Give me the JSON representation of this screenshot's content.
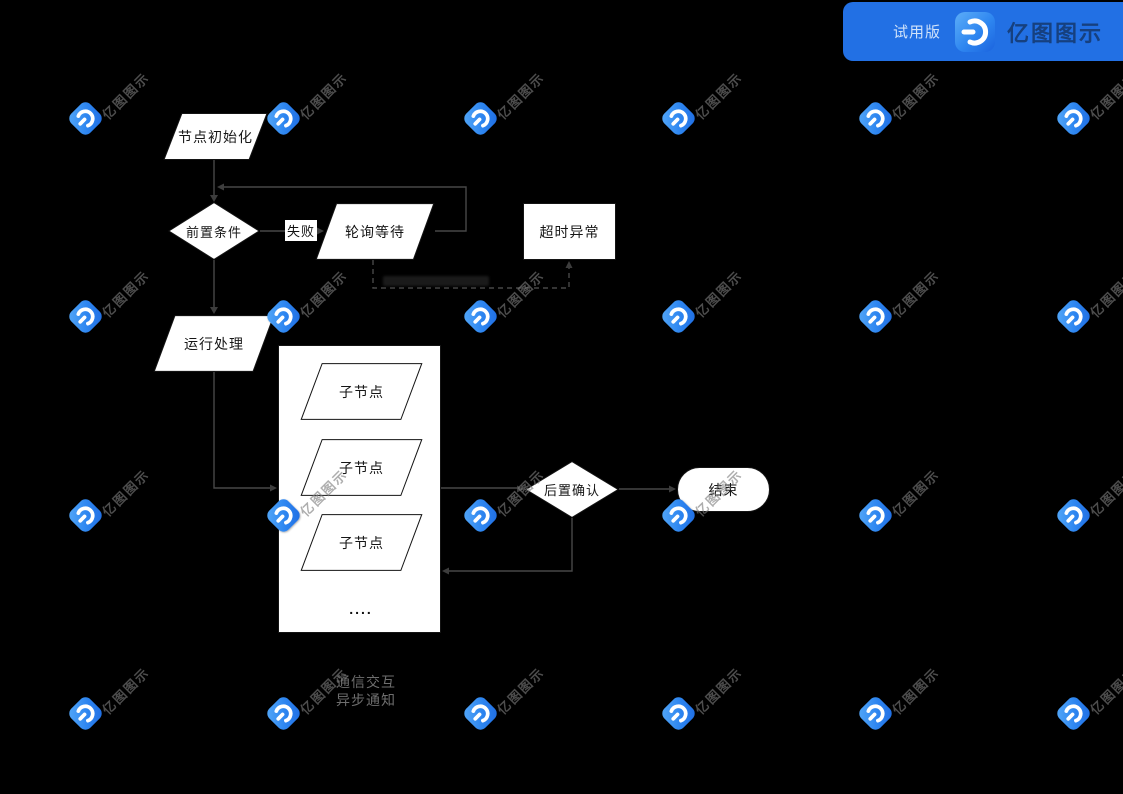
{
  "app": {
    "trial_badge": "试用版",
    "brand_name": "亿图图示"
  },
  "watermark": {
    "text": "亿图图示",
    "grid_x": [
      85,
      283,
      480,
      678,
      875,
      1073
    ],
    "grid_y": [
      118,
      316,
      515,
      713
    ]
  },
  "flowchart": {
    "nodes": {
      "init": {
        "label": "节点初始化",
        "type": "parallelogram"
      },
      "precondition": {
        "label": "前置条件",
        "type": "diamond"
      },
      "fail_label": {
        "label": "失败",
        "type": "edge-label"
      },
      "polling": {
        "label": "轮询等待",
        "type": "parallelogram"
      },
      "timeout": {
        "label": "超时异常",
        "type": "rectangle"
      },
      "run": {
        "label": "运行处理",
        "type": "parallelogram"
      },
      "child1": {
        "label": "子节点",
        "type": "parallelogram"
      },
      "child2": {
        "label": "子节点",
        "type": "parallelogram"
      },
      "child3": {
        "label": "子节点",
        "type": "parallelogram"
      },
      "more": {
        "label": "....",
        "type": "text"
      },
      "post_confirm": {
        "label": "后置确认",
        "type": "diamond"
      },
      "end": {
        "label": "结束",
        "type": "terminator"
      }
    },
    "notes": {
      "line1": "通信交互",
      "line2": "异步通知"
    }
  },
  "colors": {
    "canvas_bg": "#000000",
    "shape_fill": "#ffffff",
    "shape_border": "#141414",
    "connector": "#474747",
    "badge_bg": "#2270e4",
    "badge_brand_text": "#16407f",
    "watermark_blue": "#2d85f0"
  }
}
